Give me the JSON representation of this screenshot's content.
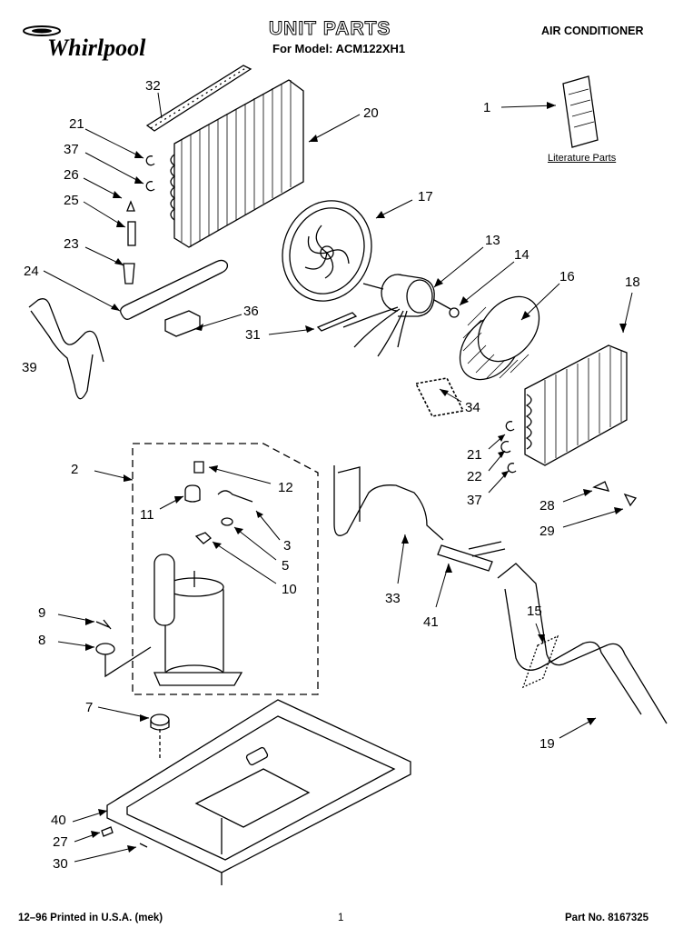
{
  "header": {
    "brand": "Whirlpool",
    "title": "UNIT PARTS",
    "model": "For Model: ACM122XH1",
    "category": "AIR CONDITIONER"
  },
  "literature_label": "Literature Parts",
  "callouts": [
    "32",
    "20",
    "21",
    "37",
    "26",
    "25",
    "17",
    "1",
    "13",
    "14",
    "16",
    "18",
    "23",
    "24",
    "36",
    "31",
    "39",
    "34",
    "21",
    "22",
    "37",
    "2",
    "12",
    "11",
    "3",
    "5",
    "10",
    "28",
    "29",
    "33",
    "41",
    "9",
    "8",
    "15",
    "7",
    "19",
    "40",
    "27",
    "30"
  ],
  "footer": {
    "left": "12–96 Printed in U.S.A. (mek)",
    "page": "1",
    "part_no": "Part No. 8167325"
  }
}
